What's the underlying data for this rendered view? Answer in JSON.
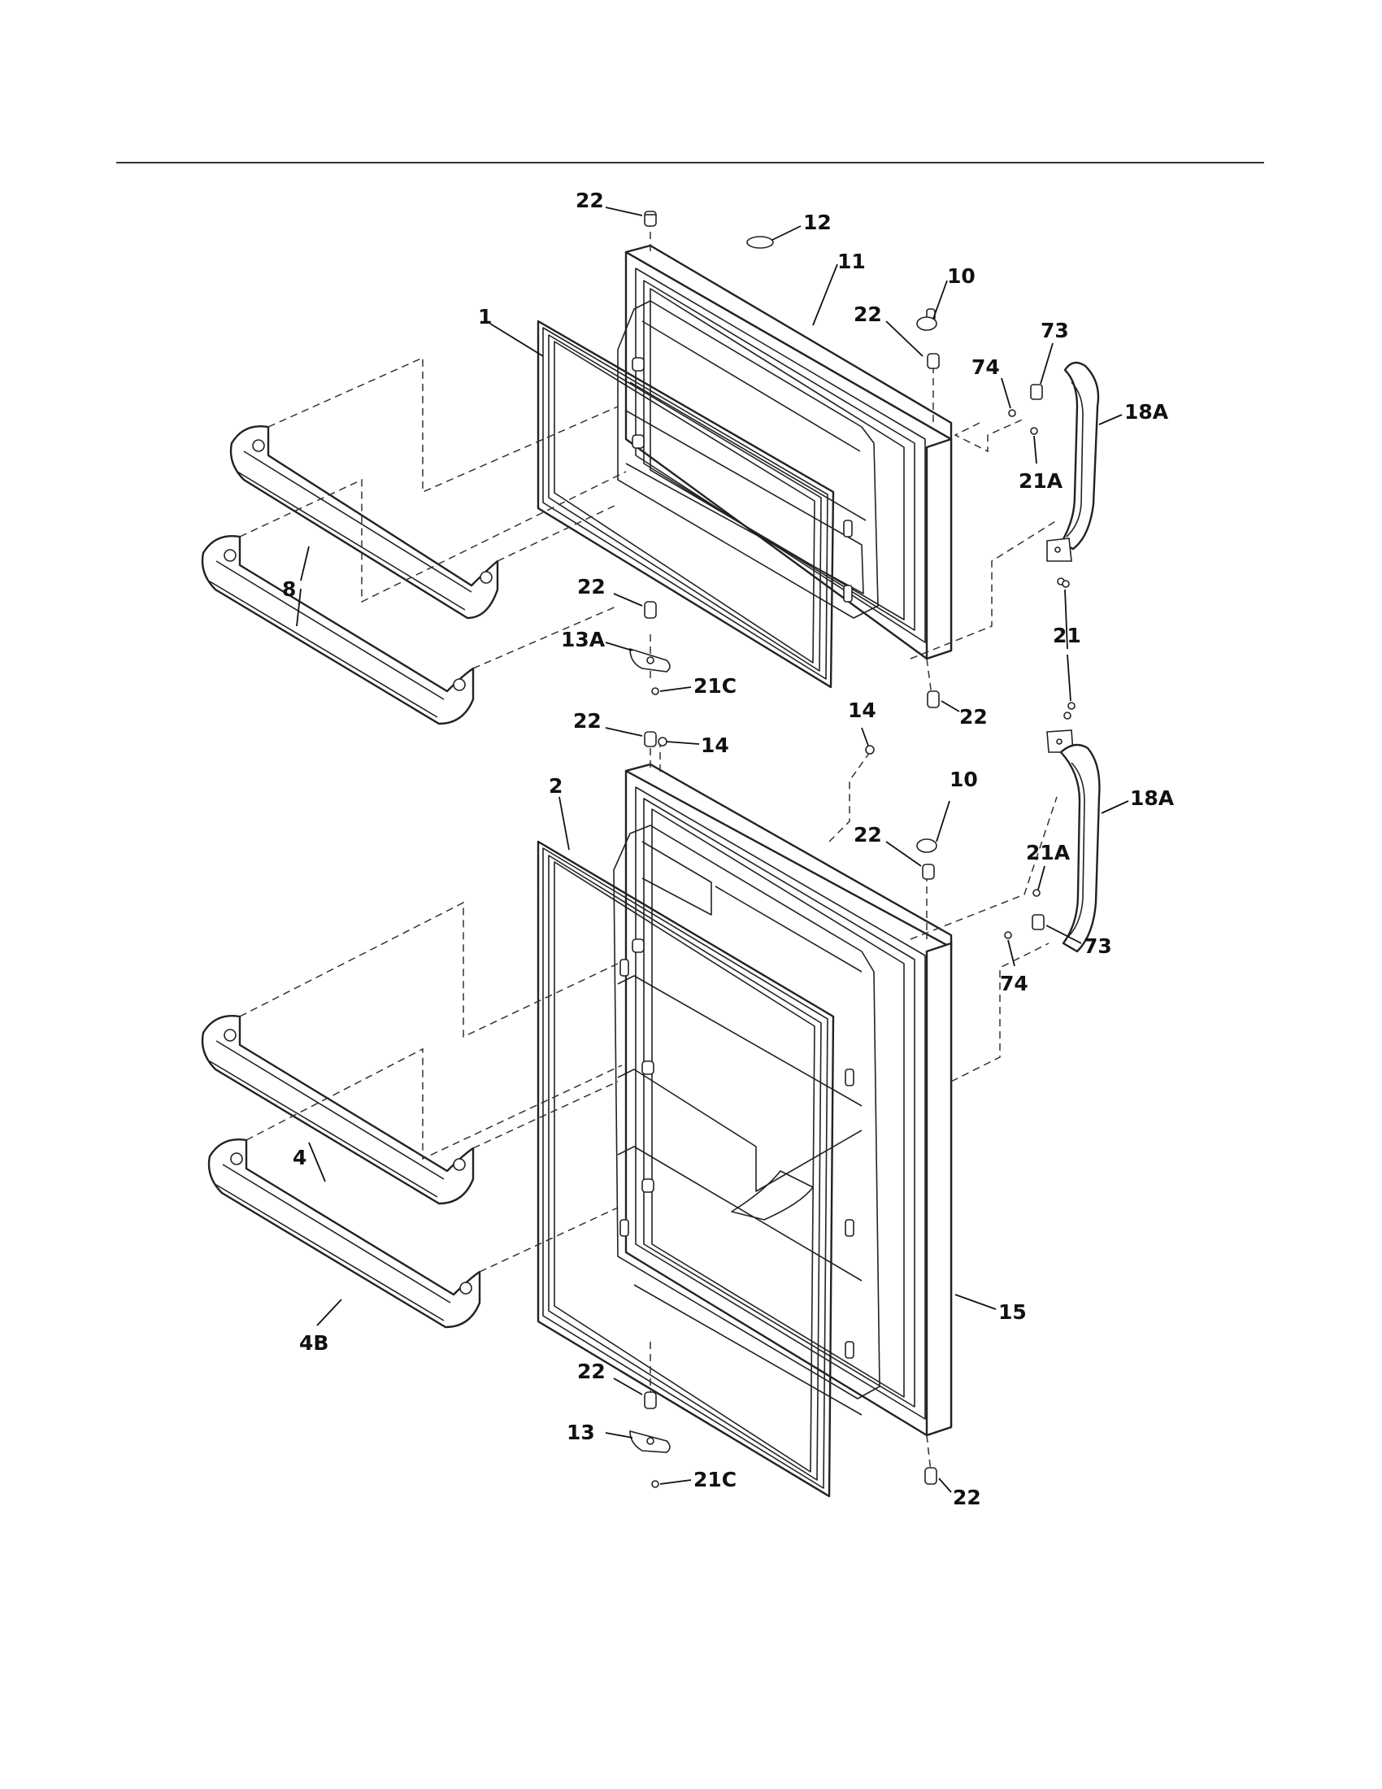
{
  "labels": {
    "l22_top": "22",
    "l12": "12",
    "l11": "11",
    "l10_top": "10",
    "l22_hinge_top": "22",
    "l1": "1",
    "l73_top": "73",
    "l74_top": "74",
    "l18A_top": "18A",
    "l21A_top": "21A",
    "l8": "8",
    "l22_fz_bottom": "22",
    "l13A": "13A",
    "l21C_top": "21C",
    "l21": "21",
    "l22_fz_right": "22",
    "l22_ff_top": "22",
    "l14_a": "14",
    "l14_b": "14",
    "l2": "2",
    "l10_bottom": "10",
    "l22_ff_hinge": "22",
    "l18A_bottom": "18A",
    "l21A_bottom": "21A",
    "l73_bottom": "73",
    "l74_bottom": "74",
    "l4": "4",
    "l15": "15",
    "l4B": "4B",
    "l22_ff_bottom": "22",
    "l13": "13",
    "l21C_bottom": "21C",
    "l22_ff_right": "22"
  },
  "icons": {
    "door_fill": "#ffffff",
    "line_color": "#222222"
  }
}
